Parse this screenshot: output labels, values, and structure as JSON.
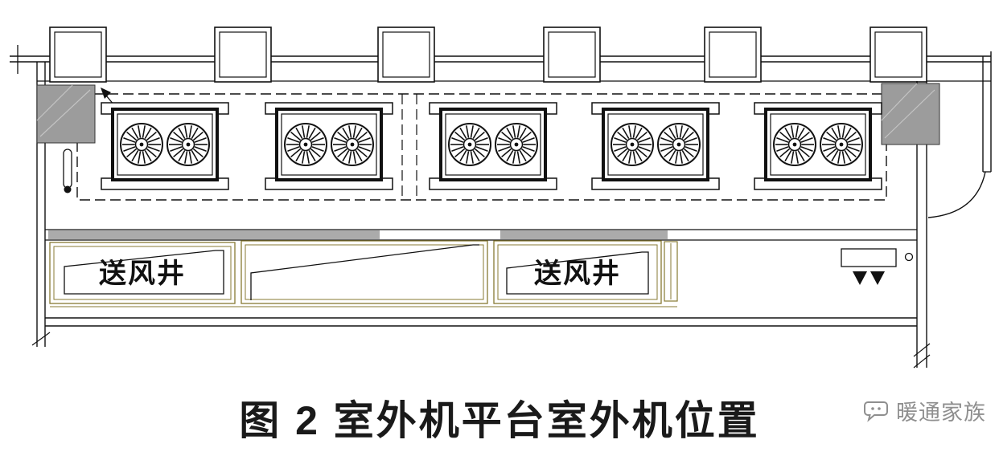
{
  "figure": {
    "caption": "图 2 室外机平台室外机位置",
    "watermark": {
      "text": "暖通家族"
    },
    "labels": {
      "supply_shaft_left": "送风井",
      "supply_shaft_right": "送风井"
    },
    "drawing": {
      "outdoor_units": 5,
      "fans_per_unit": 2,
      "top_column_count": 6
    },
    "colors": {
      "line": "#111111",
      "gray_column_fill": "#9c9c9c",
      "band_gray": "#ababab",
      "olive_outline": "#877a33",
      "watermark_gray": "#8f8f8f"
    }
  }
}
